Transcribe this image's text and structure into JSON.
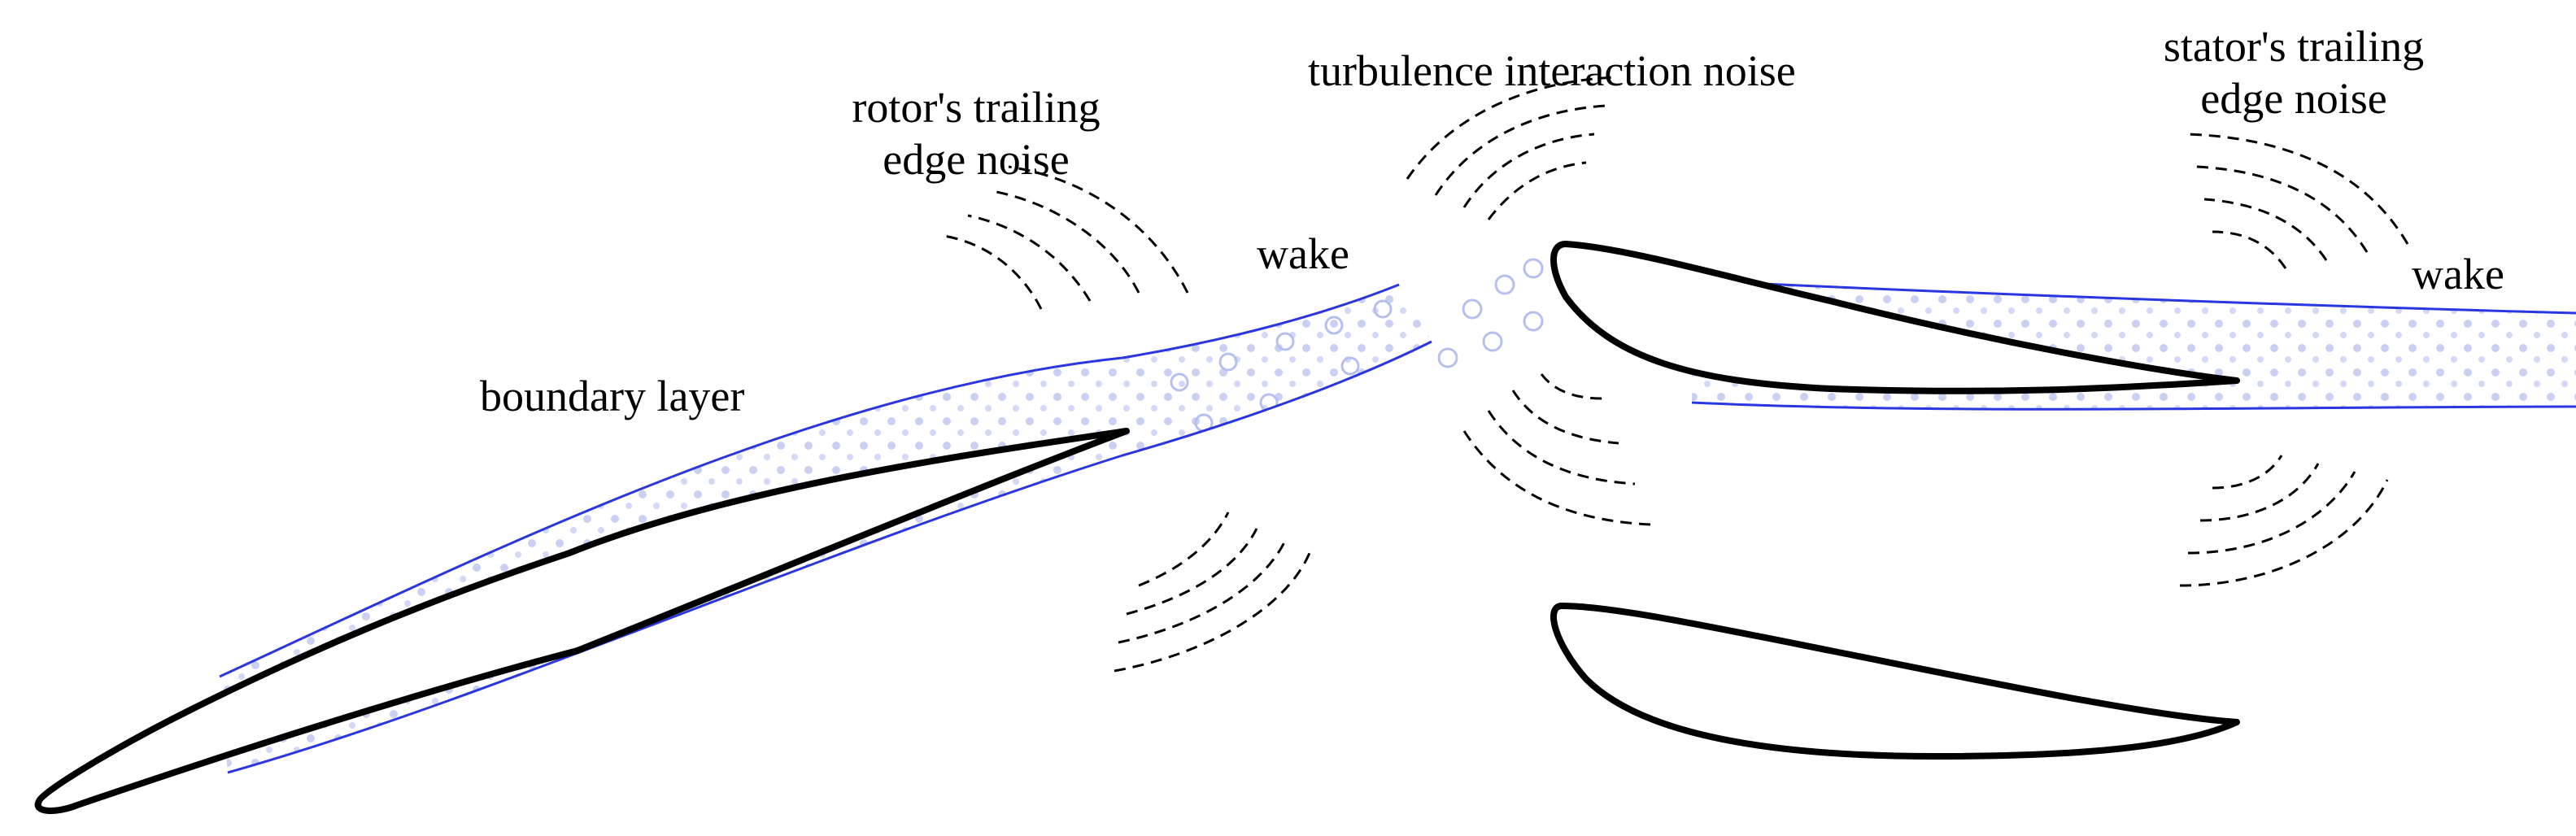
{
  "labels": {
    "rotor_noise_line1": "rotor's trailing",
    "rotor_noise_line2": "edge noise",
    "turbulence_noise": "turbulence interaction noise",
    "stator_noise_line1": "stator's trailing",
    "stator_noise_line2": "edge noise",
    "wake_rotor": "wake",
    "wake_stator": "wake",
    "boundary_layer": "boundary layer"
  },
  "colors": {
    "blade_outline": "#000000",
    "wake_boundary": "#2a36e0",
    "wake_particles": "#c9d0f2",
    "noise_waves": "#000000"
  }
}
